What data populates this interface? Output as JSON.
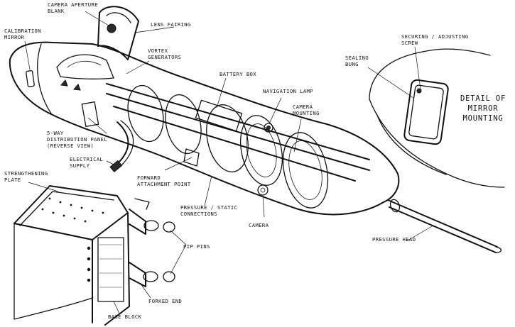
{
  "labels": {
    "camera_aperture_blank": [
      "CAMERA APERTURE",
      "BLANK"
    ],
    "calibration_mirror": [
      "CALIBRATION",
      "MIRROR"
    ],
    "lens_fairing": "LENS FAIRING",
    "vortex_generators": [
      "VORTEX",
      "GENERATORS"
    ],
    "battery_box": "BATTERY BOX",
    "navigation_lamp": "NAVIGATION LAMP",
    "camera_mounting": [
      "CAMERA",
      "MOUNTING"
    ],
    "distribution_panel": [
      "5-WAY",
      "DISTRIBUTION PANEL",
      "(REVERSE VIEW)"
    ],
    "electrical_supply": [
      "ELECTRICAL",
      "SUPPLY"
    ],
    "strengthening_plate": [
      "STRENGTHENING",
      "PLATE"
    ],
    "forward_attachment_point": [
      "FORWARD",
      "ATTACHMENT POINT"
    ],
    "pressure_static_connections": [
      "PRESSURE / STATIC",
      "CONNECTIONS"
    ],
    "camera": "CAMERA",
    "pip_pins": "PIP PINS",
    "forked_end": "FORKED END",
    "base_block": "BASE BLOCK",
    "pressure_head": "PRESSURE HEAD",
    "securing_adjusting_screw": [
      "SECURING / ADJUSTING",
      "SCREW"
    ],
    "sealing_bung": [
      "SEALING",
      "BUNG"
    ]
  },
  "detail_title": [
    "DETAIL OF",
    "MIRROR",
    "MOUNTING"
  ],
  "colors": {
    "ink": "#111111",
    "paper": "#ffffff"
  }
}
